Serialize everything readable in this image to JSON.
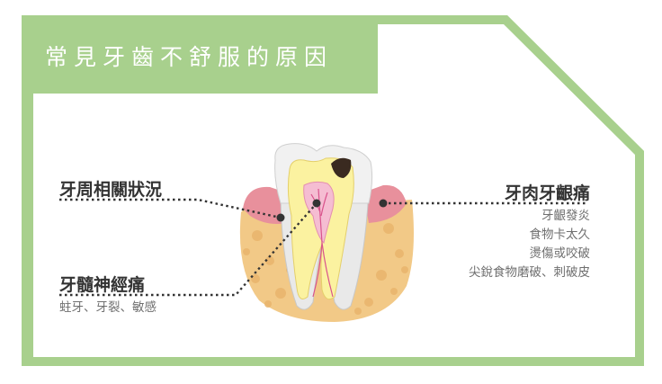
{
  "title": "常見牙齒不舒服的原因",
  "colors": {
    "frame_green": "#a8d08d",
    "text_dark": "#333333",
    "text_gray": "#6f6f6f",
    "gum_pink": "#e8909c",
    "bone_tan": "#f2c987"
  },
  "causes": {
    "periodontal": {
      "heading": "牙周相關狀況"
    },
    "pulp": {
      "heading": "牙髓神經痛",
      "details": "蛀牙、牙裂、敏感"
    },
    "gum": {
      "heading": "牙肉牙齦痛",
      "details": [
        "牙齦發炎",
        "食物卡太久",
        "燙傷或咬破",
        "尖銳食物磨破、刺破皮"
      ]
    }
  }
}
